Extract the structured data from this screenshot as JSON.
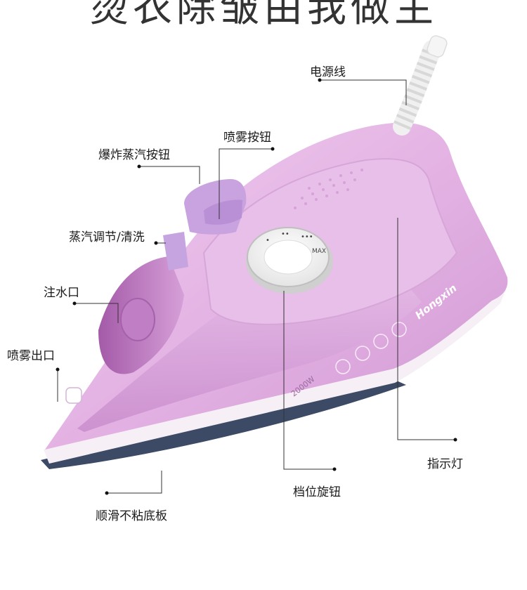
{
  "headline": "烫衣除皱由我做主",
  "labels": {
    "cord": "电源线",
    "spray_button": "喷雾按钮",
    "burst_steam_button": "爆炸蒸汽按钮",
    "steam_adjust": "蒸汽调节/清洗",
    "water_inlet": "注水口",
    "spray_outlet": "喷雾出口",
    "indicator": "指示灯",
    "dial": "档位旋钮",
    "soleplate": "顺滑不粘底板"
  },
  "product": {
    "brand": "Hongxin",
    "power": "2000W",
    "dial_marks": [
      "•",
      "••",
      "•••",
      "MAX"
    ]
  },
  "colors": {
    "body": "#e6b8e6",
    "body_dark": "#c98bcc",
    "body_light": "#f3d8f2",
    "tank": "#dba6dc",
    "soleplate": "#3d4a66",
    "trim": "#f6f0f6",
    "leader": "#333333"
  }
}
